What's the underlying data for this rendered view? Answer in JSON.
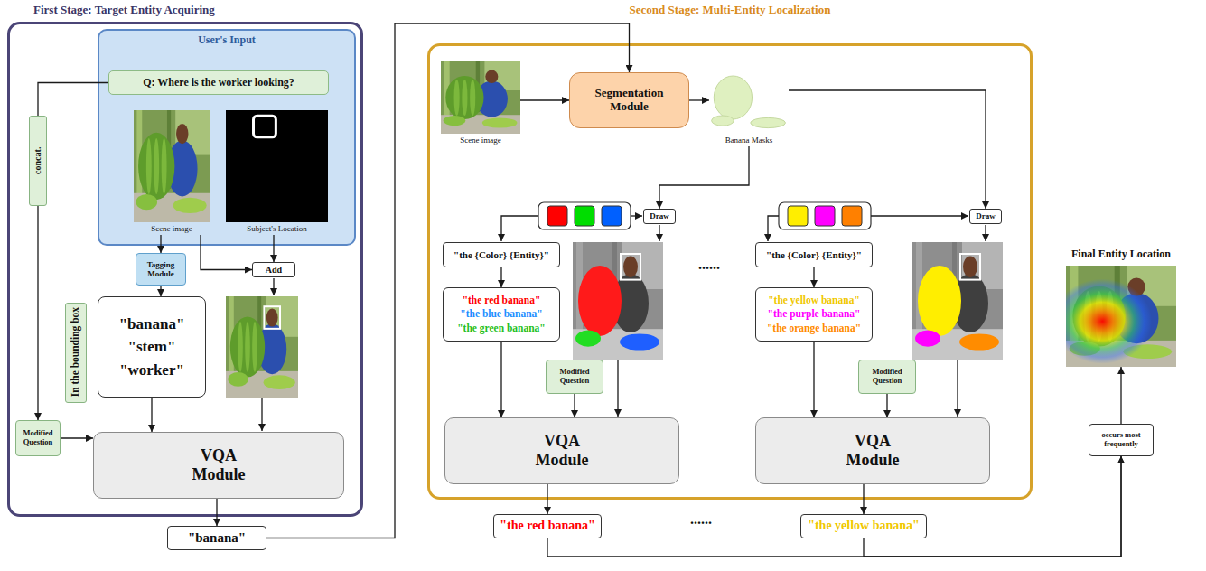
{
  "diagram": {
    "nodes": [
      {
        "text": [
          "First Stage: Target Entity Acquiring"
        ]
      },
      {
        "text": [
          "User's Input"
        ],
        "in": 0
      },
      {
        "text": [
          "Q: Where is the worker looking?"
        ],
        "in": 1
      },
      {
        "text": [
          "Scene image"
        ],
        "in": 1
      },
      {
        "text": [
          "Subject's Location"
        ],
        "in": 1
      },
      {
        "text": [
          "concat."
        ],
        "in": 0
      },
      {
        "text": [
          "In the bounding box"
        ],
        "in": 0
      },
      {
        "text": [
          "Tagging Module"
        ],
        "in": 0
      },
      {
        "text": [
          "Add"
        ],
        "in": 0
      },
      {
        "text": [
          "\"banana\"",
          "\"stem\"",
          "\"worker\""
        ],
        "in": 0
      },
      {
        "text": [
          "Modified Question"
        ],
        "in": 0
      },
      {
        "text": [
          "VQA Module"
        ],
        "in": 0
      },
      {
        "text": [
          "\"banana\""
        ]
      },
      {
        "text": [
          "Second Stage: Multi-Entity Localization"
        ]
      },
      {
        "text": [
          "Scene image"
        ],
        "in": 13
      },
      {
        "text": [
          "Segmentation Module"
        ],
        "in": 13
      },
      {
        "text": [
          "Banana Masks"
        ],
        "in": 13
      },
      {
        "text": [
          "Draw"
        ],
        "in": 13
      },
      {
        "text": [
          "\"the {Color} {Entity}\""
        ],
        "in": 13
      },
      {
        "text": [
          "\"the red banana\"",
          "\"the blue banana\"",
          "\"the green banana\""
        ],
        "in": 13
      },
      {
        "text": [
          "Modified Question"
        ],
        "in": 13
      },
      {
        "text": [
          "VQA Module"
        ],
        "in": 13
      },
      {
        "text": [
          "Draw"
        ],
        "in": 13
      },
      {
        "text": [
          "\"the {Color} {Entity}\""
        ],
        "in": 13
      },
      {
        "text": [
          "\"the yellow banana\"",
          "\"the purple banana\"",
          "\"the orange banana\""
        ],
        "in": 13
      },
      {
        "text": [
          "Modified Question"
        ],
        "in": 13
      },
      {
        "text": [
          "VQA Module"
        ],
        "in": 13
      },
      {
        "text": [
          "\"the red banana\""
        ]
      },
      {
        "text": [
          "\"the yellow banana\""
        ]
      },
      {
        "text": [
          "occurs most frequently"
        ]
      },
      {
        "text": [
          "Final Entity Location"
        ]
      }
    ],
    "edges": [
      {
        "from": 2,
        "to": 5,
        "arrow": "none"
      },
      {
        "from": 5,
        "to": 10,
        "arrow": "to"
      },
      {
        "from": 10,
        "to": 11,
        "arrow": "to"
      },
      {
        "from": 3,
        "to": 7,
        "arrow": "to"
      },
      {
        "from": 3,
        "to": 8,
        "arrow": "to"
      },
      {
        "from": 4,
        "to": 8,
        "arrow": "to"
      },
      {
        "from": 7,
        "to": 9,
        "arrow": "to"
      },
      {
        "from": 9,
        "to": 11,
        "arrow": "to"
      },
      {
        "from": 11,
        "to": 12,
        "arrow": "to"
      },
      {
        "from": 12,
        "to": 15,
        "arrow": "to"
      },
      {
        "from": 14,
        "to": 15,
        "arrow": "to"
      },
      {
        "from": 15,
        "to": 16,
        "arrow": "to"
      },
      {
        "from": 16,
        "to": 17,
        "arrow": "to"
      },
      {
        "from": 16,
        "to": 22,
        "arrow": "to"
      },
      {
        "from": 18,
        "to": 19,
        "arrow": "to"
      },
      {
        "from": 19,
        "to": 21,
        "arrow": "to"
      },
      {
        "from": 20,
        "to": 21,
        "arrow": "to"
      },
      {
        "from": 21,
        "to": 27,
        "arrow": "to"
      },
      {
        "from": 23,
        "to": 24,
        "arrow": "to"
      },
      {
        "from": 24,
        "to": 26,
        "arrow": "to"
      },
      {
        "from": 25,
        "to": 26,
        "arrow": "to"
      },
      {
        "from": 26,
        "to": 28,
        "arrow": "to"
      },
      {
        "from": 27,
        "to": 29,
        "arrow": "to"
      },
      {
        "from": 28,
        "to": 29,
        "arrow": "to"
      },
      {
        "from": 29,
        "to": 30,
        "arrow": "to"
      }
    ],
    "labels": [
      "......",
      "......"
    ]
  }
}
